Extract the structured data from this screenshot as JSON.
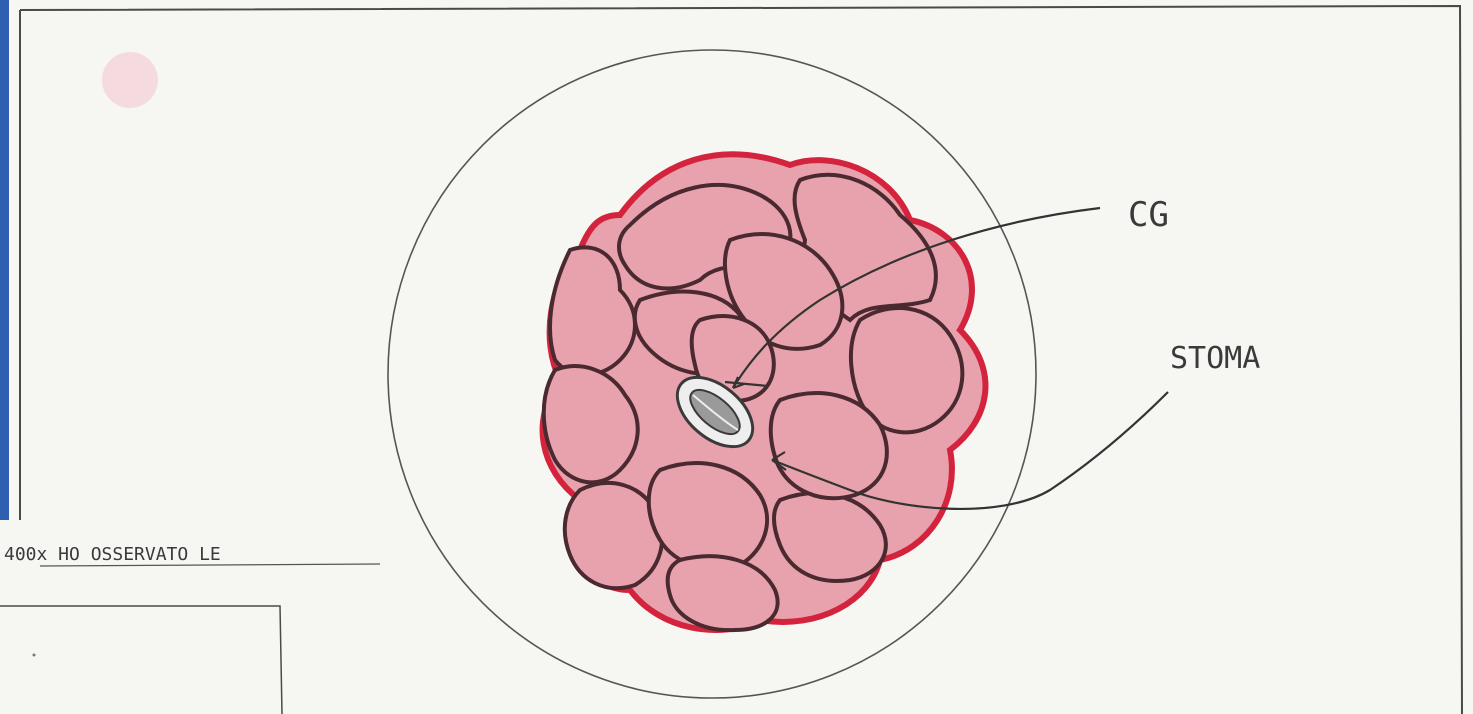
{
  "labels": {
    "cell_label": "CG",
    "stoma_label": "STOMA",
    "caption": "400x HO OSSERVATO LE"
  },
  "colors": {
    "cell_fill": "#e7a2ad",
    "cell_edge": "#d4243d",
    "outline": "#3a3a3a",
    "stoma_fill": "#dcdcdc",
    "sidebar": "#2f5fb0"
  }
}
